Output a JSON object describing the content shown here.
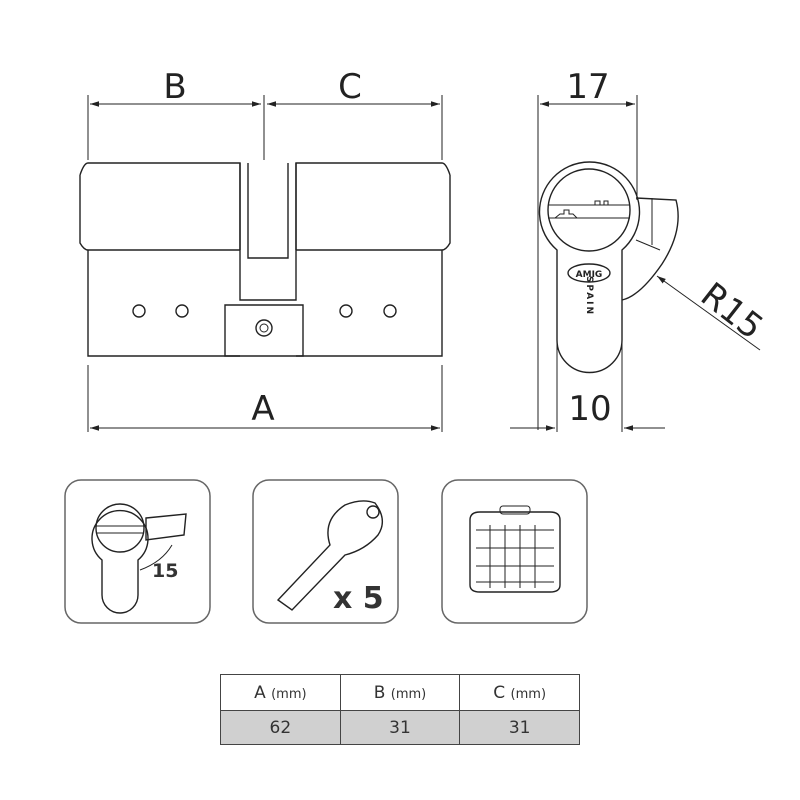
{
  "dimensions": {
    "b": "B",
    "c": "C",
    "a": "A",
    "width_17": "17",
    "width_10": "10",
    "radius": "R15"
  },
  "logo": "AMIG",
  "origin": "SPAIN",
  "icons": {
    "cam_angle": {
      "label": "15"
    },
    "keys": {
      "label": "x 5"
    },
    "case": {
      "label": ""
    }
  },
  "table": {
    "headers": [
      {
        "name": "A",
        "unit": "(mm)"
      },
      {
        "name": "B",
        "unit": "(mm)"
      },
      {
        "name": "C",
        "unit": "(mm)"
      }
    ],
    "values": [
      "62",
      "31",
      "31"
    ]
  }
}
